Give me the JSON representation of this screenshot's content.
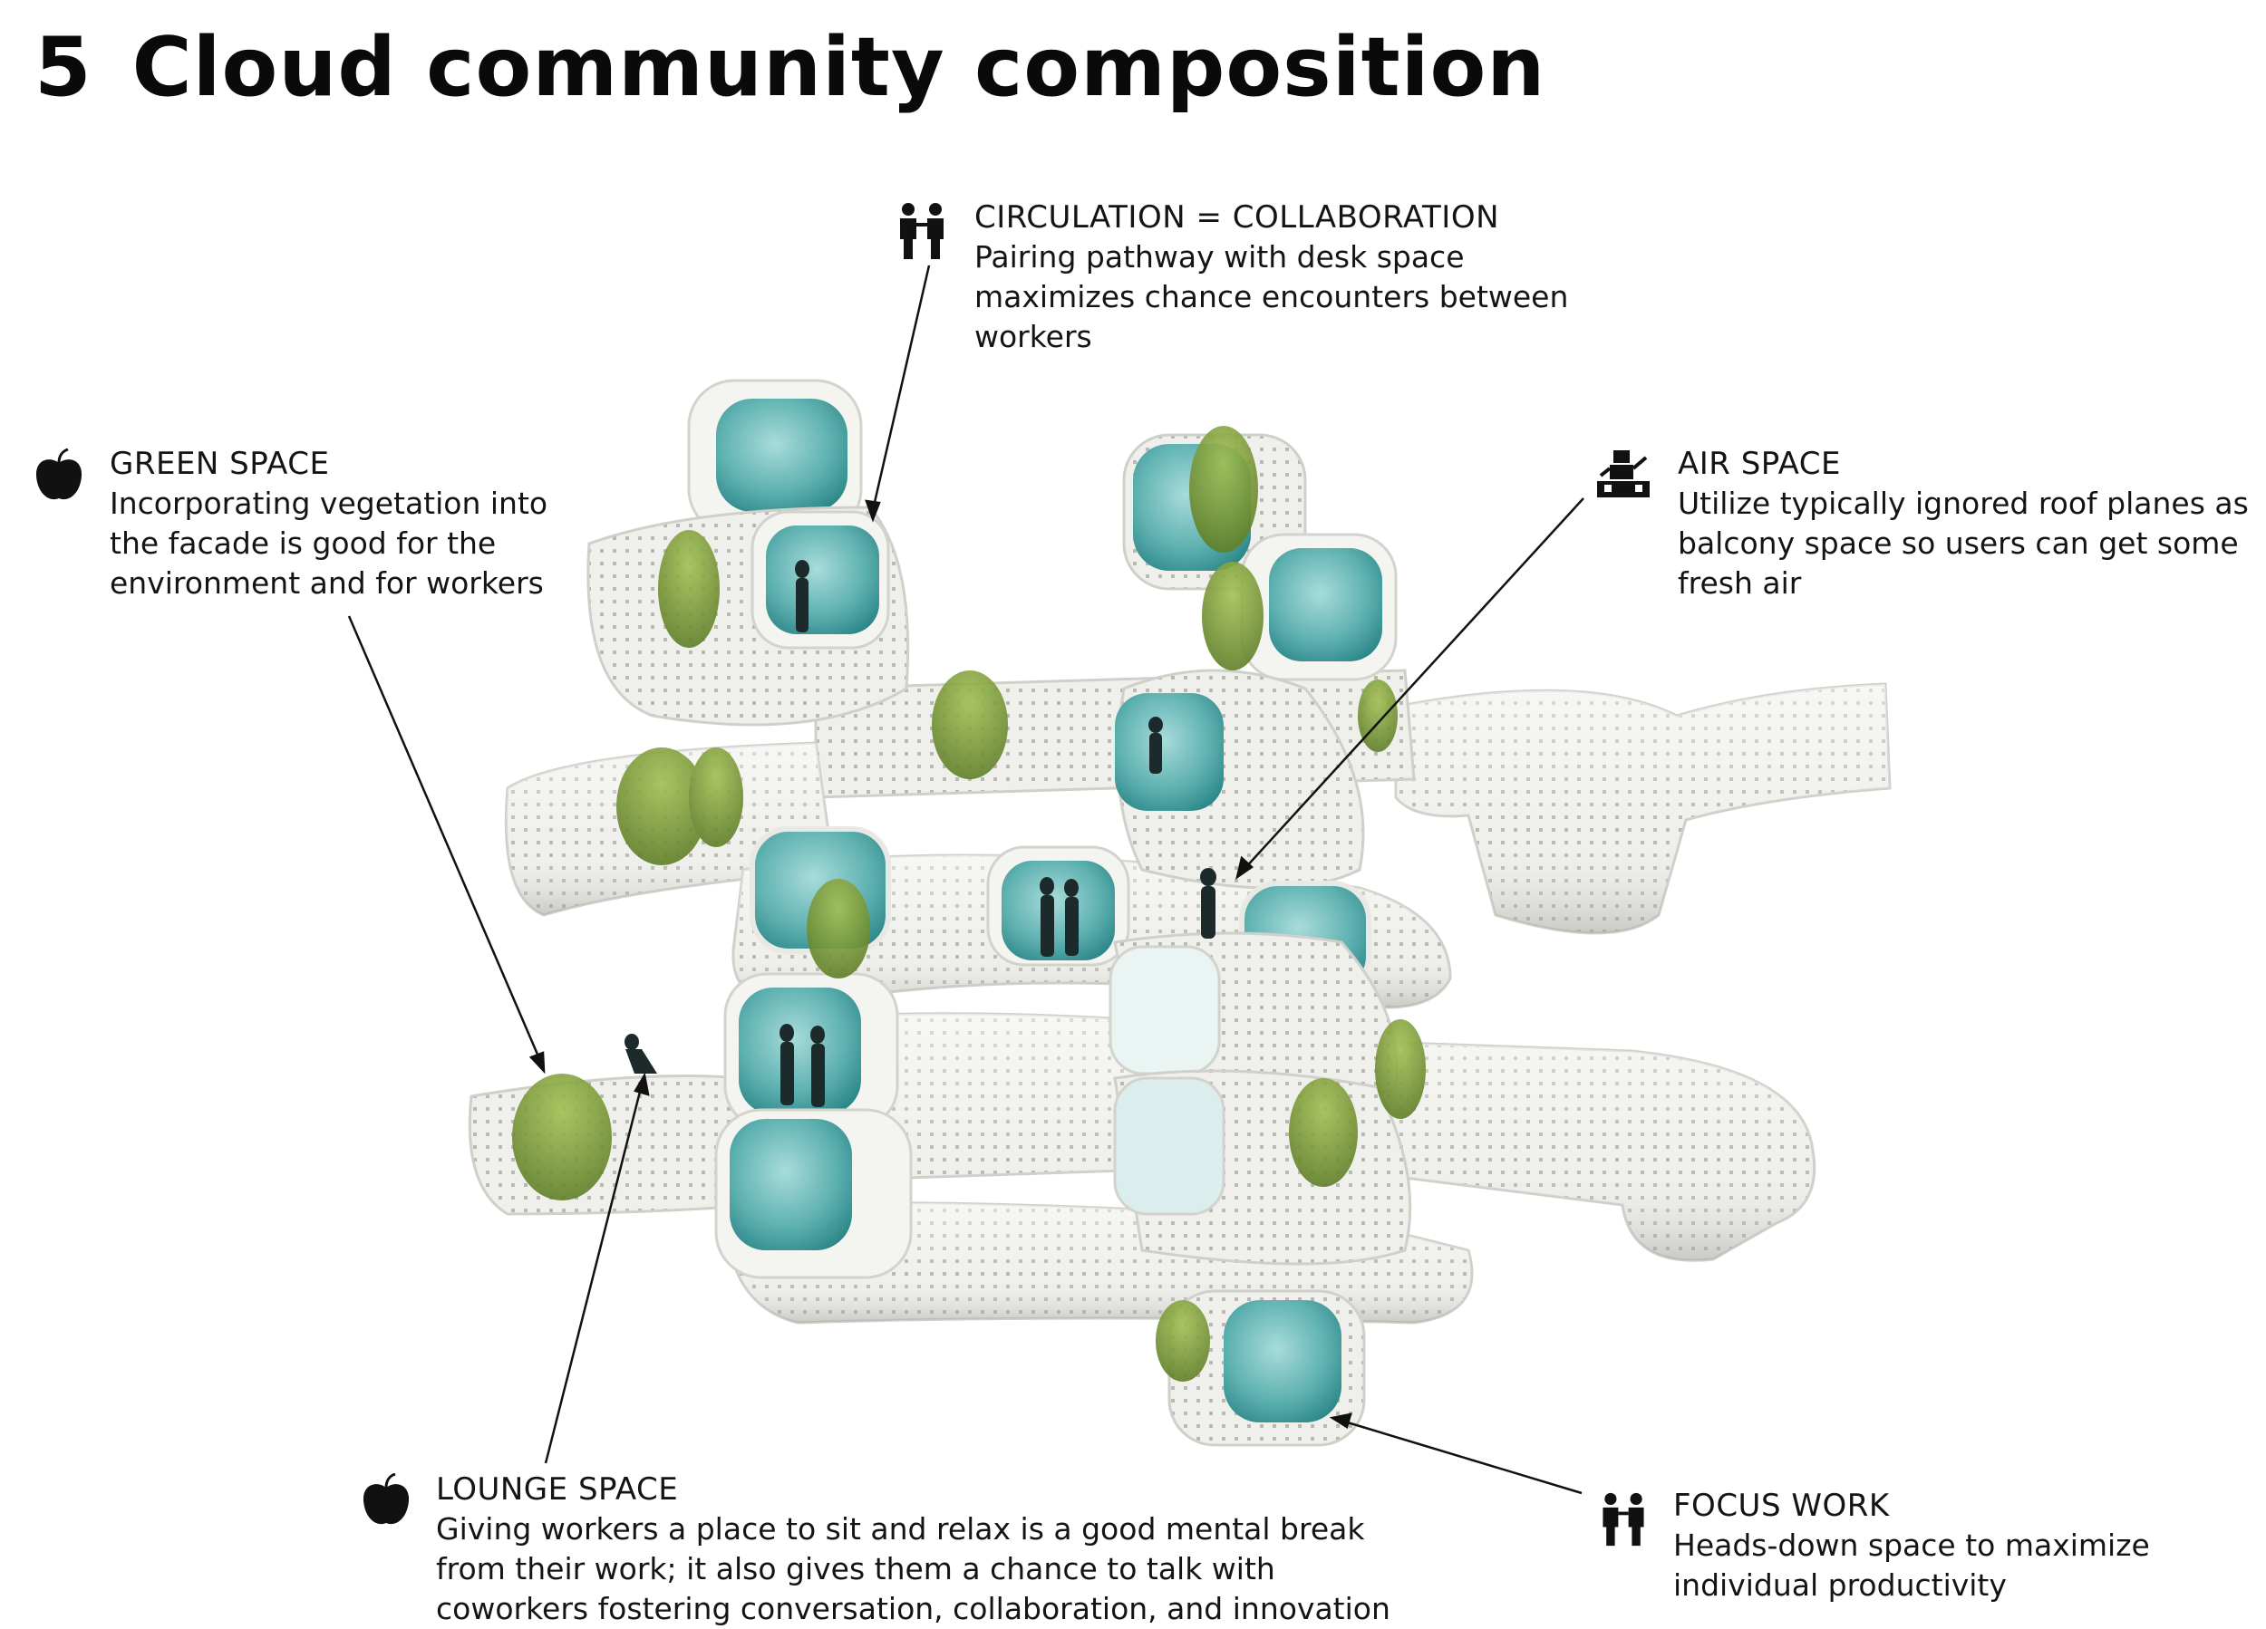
{
  "title": {
    "number": "5",
    "text": "Cloud community composition"
  },
  "callouts": {
    "circulation": {
      "icon": "two-people-icon",
      "heading": "CIRCULATION = COLLABORATION",
      "lines": [
        "Pairing pathway with desk space",
        "maximizes chance encounters between",
        "workers"
      ]
    },
    "green": {
      "icon": "apple-icon",
      "heading": "GREEN SPACE",
      "lines": [
        "Incorporating vegetation into",
        "the facade is good for the",
        "environment and for workers"
      ]
    },
    "air": {
      "icon": "robot-icon",
      "heading": "AIR SPACE",
      "lines": [
        "Utilize typically ignored roof planes as",
        "balcony space so users can get some",
        "fresh air"
      ]
    },
    "lounge": {
      "icon": "apple-icon",
      "heading": "LOUNGE SPACE",
      "lines": [
        "Giving workers a place to sit and relax is a good mental break",
        "from their work; it also gives them a chance to talk with",
        "coworkers fostering conversation, collaboration, and innovation"
      ]
    },
    "focus": {
      "icon": "two-people-icon",
      "heading": "FOCUS WORK",
      "lines": [
        "Heads-down space to maximize",
        "individual productivity"
      ]
    }
  },
  "colors": {
    "tube": "#eeeeea",
    "tube_shadow": "#c9c9c4",
    "glass": "#7fc1c1",
    "glass_deep": "#2e8f90",
    "plant": "#7a9b3a",
    "text": "#141414"
  }
}
